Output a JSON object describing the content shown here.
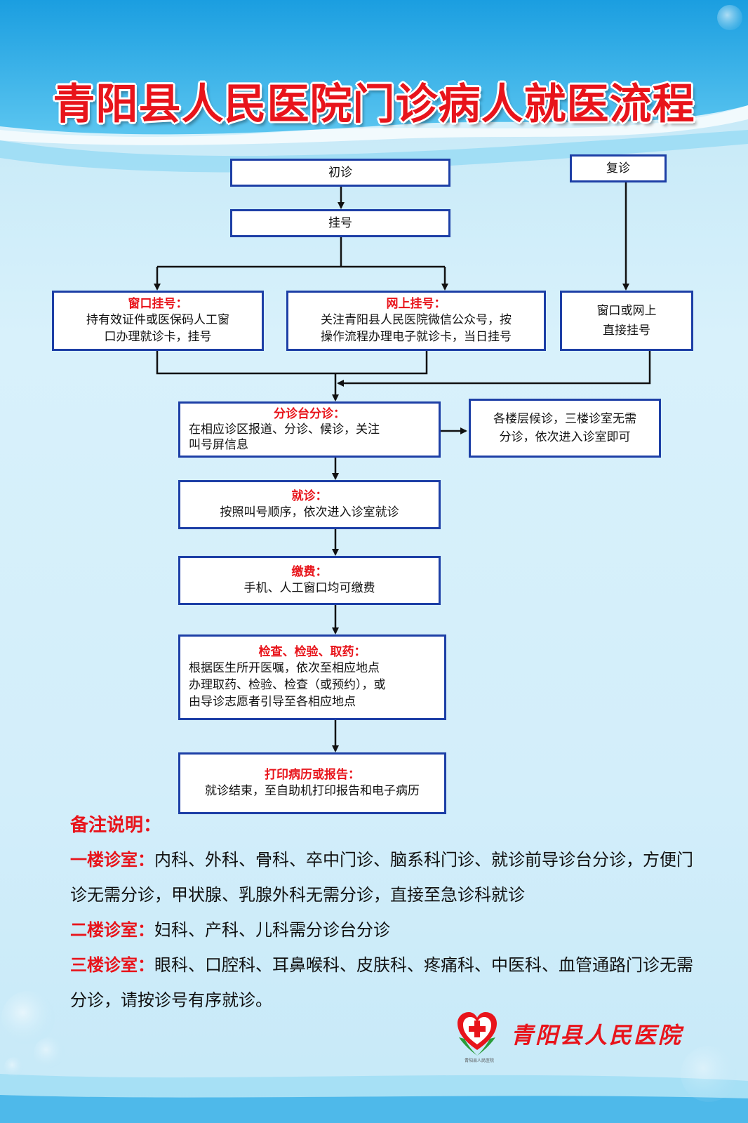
{
  "title": "青阳县人民医院门诊病人就医流程",
  "flow": {
    "first_visit": "初诊",
    "return_visit": "复诊",
    "register": "挂号",
    "window_reg": {
      "head": "窗口挂号：",
      "text": "持有效证件或医保码人工窗\n口办理就诊卡，挂号"
    },
    "online_reg": {
      "head": "网上挂号：",
      "text": "关注青阳县人民医院微信公众号，按\n操作流程办理电子就诊卡，当日挂号"
    },
    "direct_reg": {
      "text": "窗口或网上\n直接挂号"
    },
    "triage": {
      "head": "分诊台分诊：",
      "text": "在相应诊区报道、分诊、候诊，关注\n叫号屏信息"
    },
    "floor_wait": {
      "text": "各楼层候诊，三楼诊室无需\n分诊，依次进入诊室即可"
    },
    "consult": {
      "head": "就诊：",
      "text": "按照叫号顺序，依次进入诊室就诊"
    },
    "payment": {
      "head": "缴费：",
      "text": "手机、人工窗口均可缴费"
    },
    "exam": {
      "head": "检查、检验、取药：",
      "text": "根据医生所开医嘱，依次至相应地点\n办理取药、检验、检查（或预约），或\n由导诊志愿者引导至各相应地点"
    },
    "print": {
      "head": "打印病历或报告：",
      "text": "就诊结束，至自助机打印报告和电子病历"
    }
  },
  "notes": {
    "title": "备注说明：",
    "floor1": {
      "label": "一楼诊室：",
      "text": "内科、外科、骨科、卒中门诊、脑系科门诊、就诊前导诊台分诊，方便门诊无需分诊，甲状腺、乳腺外科无需分诊，直接至急诊科就诊"
    },
    "floor2": {
      "label": "二楼诊室：",
      "text": "妇科、产科、儿科需分诊台分诊"
    },
    "floor3": {
      "label": "三楼诊室：",
      "text": "眼科、口腔科、耳鼻喉科、皮肤科、疼痛科、中医科、血管通路门诊无需分诊，请按诊号有序就诊。"
    }
  },
  "footer": {
    "hospital": "青阳县人民医院",
    "logo_small": "青阳县人民医院"
  },
  "colors": {
    "accent": "#e8141b",
    "border": "#1d3fa6",
    "background": "#d3eefa"
  }
}
